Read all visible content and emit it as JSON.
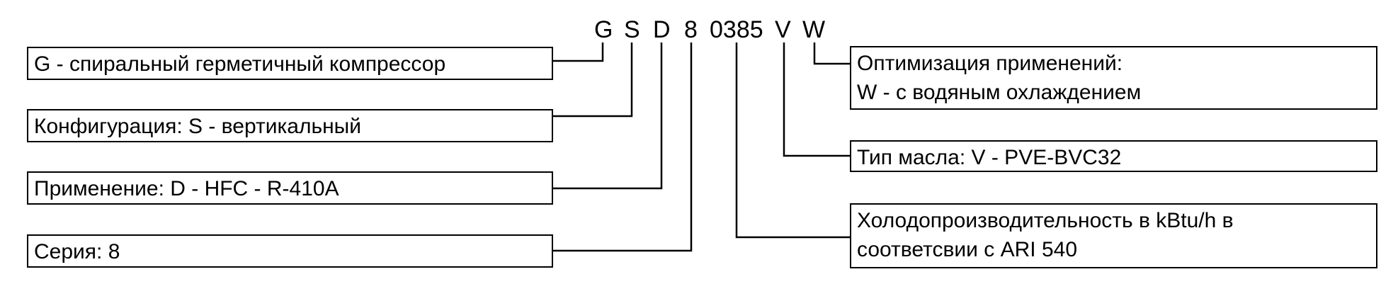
{
  "code_segments": {
    "g": "G",
    "s": "S",
    "d": "D",
    "series": "8",
    "capacity": "0385",
    "oil": "V",
    "application": "W"
  },
  "left_boxes": {
    "type": "G - спиральный герметичный компрессор",
    "configuration": "Конфигурация: S - вертикальный",
    "refrigerant": "Применение: D - HFC - R-410A",
    "series": "Серия: 8"
  },
  "right_boxes": {
    "application_line1": "Оптимизация применений:",
    "application_line2": "W - с водяным охлаждением",
    "oil": "Тип масла: V - PVE-BVC32",
    "capacity_line1": "Холодопроизводительность в kBtu/h в",
    "capacity_line2": "соответсвии с ARI 540"
  }
}
